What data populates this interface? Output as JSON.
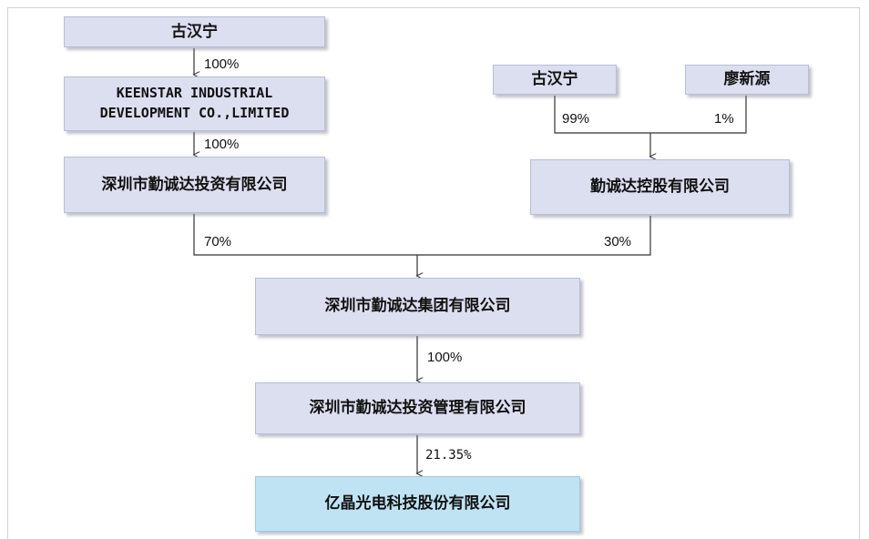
{
  "nodes": {
    "gu_top": "古汉宁",
    "keenstar": "KEENSTAR INDUSTRIAL\nDEVELOPMENT CO.,LIMITED",
    "sz_invest": "深圳市勤诚达投资有限公司",
    "gu_right": "古汉宁",
    "liao": "廖新源",
    "holding": "勤诚达控股有限公司",
    "group": "深圳市勤诚达集团有限公司",
    "invest_mgmt": "深圳市勤诚达投资管理有限公司",
    "target": "亿晶光电科技股份有限公司"
  },
  "edges": {
    "gu_to_keenstar": "100%",
    "keenstar_to_sz_invest": "100%",
    "gu_to_holding": "99%",
    "liao_to_holding": "1%",
    "sz_invest_to_group": "70%",
    "holding_to_group": "30%",
    "group_to_mgmt": "100%",
    "mgmt_to_target": "21.35%"
  },
  "colors": {
    "box_fill": "#dcdff0",
    "target_fill": "#bfe3f3",
    "line": "#333333"
  }
}
